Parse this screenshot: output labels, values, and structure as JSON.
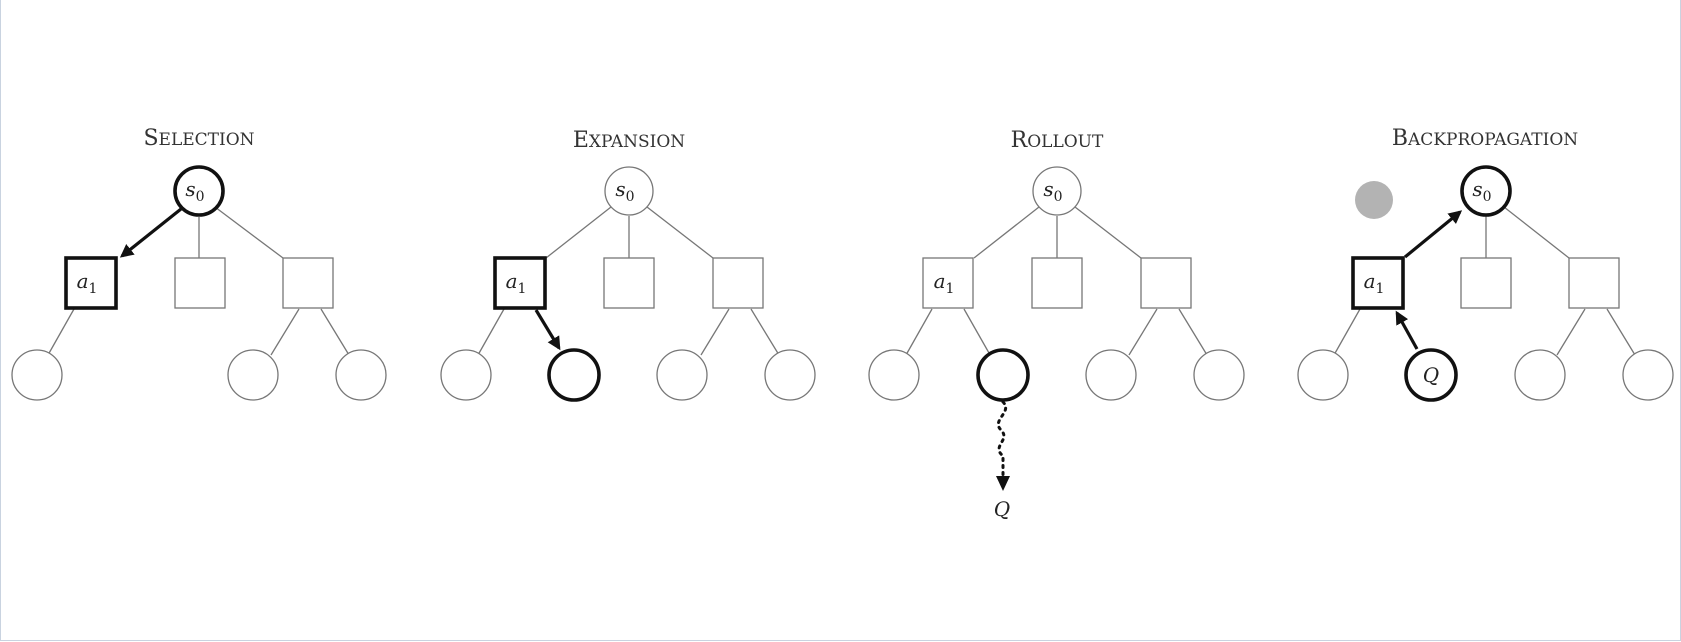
{
  "panels": [
    {
      "title_cap": "S",
      "title_rest": "ELECTION",
      "root": {
        "main": "s",
        "sub": "0",
        "bold": true
      },
      "action1": {
        "main": "a",
        "sub": "1",
        "bold": true
      },
      "leaves_bold_label": "",
      "arrows": [
        "root-to-action1"
      ]
    },
    {
      "title_cap": "E",
      "title_rest": "XPANSION",
      "root": {
        "main": "s",
        "sub": "0",
        "bold": false
      },
      "action1": {
        "main": "a",
        "sub": "1",
        "bold": true
      },
      "arrows": [
        "action1-to-new-leaf"
      ]
    },
    {
      "title_cap": "R",
      "title_rest": "OLLOUT",
      "root": {
        "main": "s",
        "sub": "0",
        "bold": false
      },
      "action1": {
        "main": "a",
        "sub": "1",
        "bold": false
      },
      "rollout_result": "Q",
      "arrows": [
        "leaf-to-rollout"
      ]
    },
    {
      "title_cap": "B",
      "title_rest": "ACKPROPAGATION",
      "root": {
        "main": "s",
        "sub": "0",
        "bold": true
      },
      "action1": {
        "main": "a",
        "sub": "1",
        "bold": true
      },
      "leaf_label": "Q",
      "arrows": [
        "leaf-to-action1",
        "action1-to-root"
      ]
    }
  ],
  "colors": {
    "thin_stroke": "#777777",
    "bold_stroke": "#111111",
    "cursor_dot": "#b3b3b3",
    "frame_border": "#c9d3e0"
  }
}
